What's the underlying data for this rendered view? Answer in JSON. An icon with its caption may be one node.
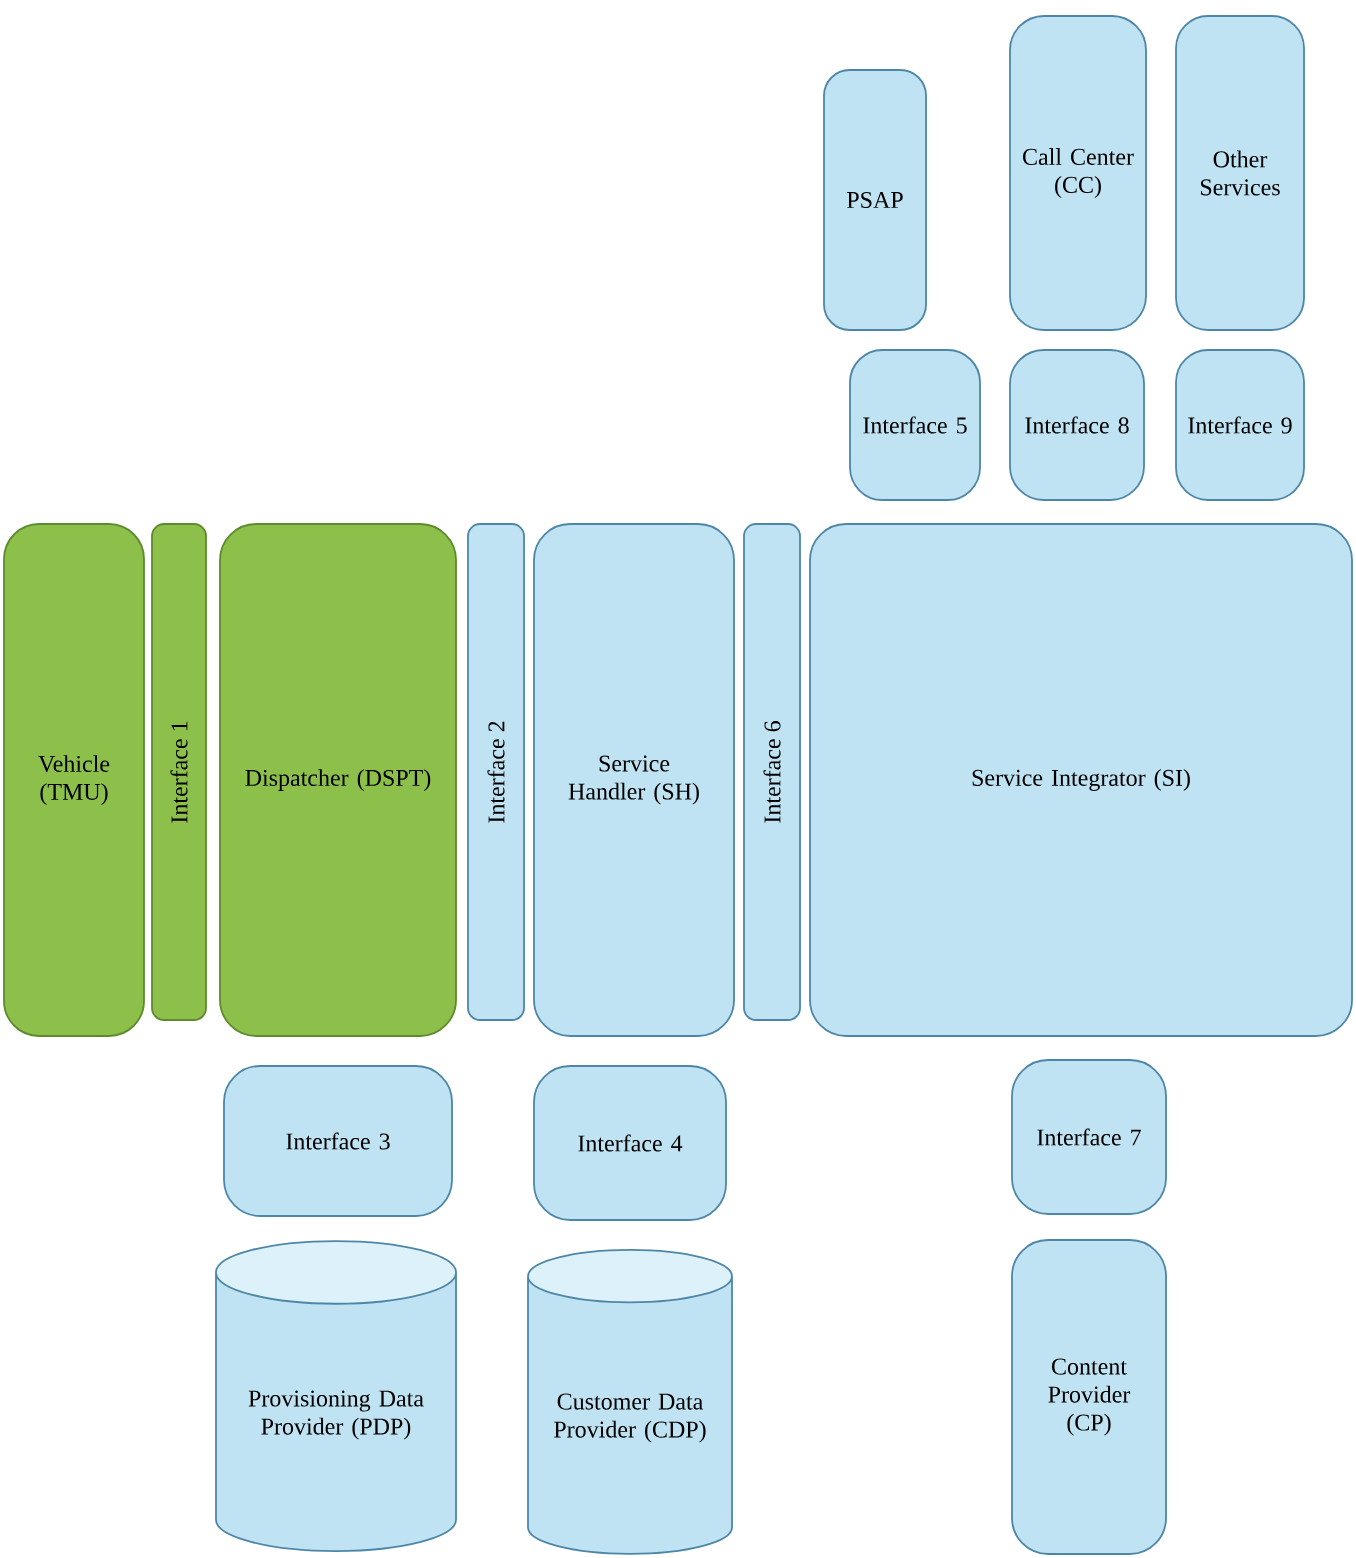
{
  "diagram": {
    "nodes": [
      {
        "text": [
          "PSAP"
        ]
      },
      {
        "text": [
          "Call Center (CC)"
        ]
      },
      {
        "text": [
          "Other Services"
        ]
      },
      {
        "text": [
          "Interface 5"
        ]
      },
      {
        "text": [
          "Interface 8"
        ]
      },
      {
        "text": [
          "Interface 9"
        ]
      },
      {
        "text": [
          "Vehicle (TMU)"
        ]
      },
      {
        "text": [
          "Interface 1"
        ]
      },
      {
        "text": [
          "Dispatcher (DSPT)"
        ]
      },
      {
        "text": [
          "Interface 2"
        ]
      },
      {
        "text": [
          "Service Handler (SH)"
        ]
      },
      {
        "text": [
          "Interface 6"
        ]
      },
      {
        "text": [
          "Service Integrator (SI)"
        ]
      },
      {
        "text": [
          "Interface 3"
        ]
      },
      {
        "text": [
          "Interface 4"
        ]
      },
      {
        "text": [
          "Interface 7"
        ]
      },
      {
        "text": [
          "Provisioning Data Provider (PDP)"
        ]
      },
      {
        "text": [
          "Customer Data Provider (CDP)"
        ]
      },
      {
        "text": [
          "Content Provider (CP)"
        ]
      }
    ]
  }
}
